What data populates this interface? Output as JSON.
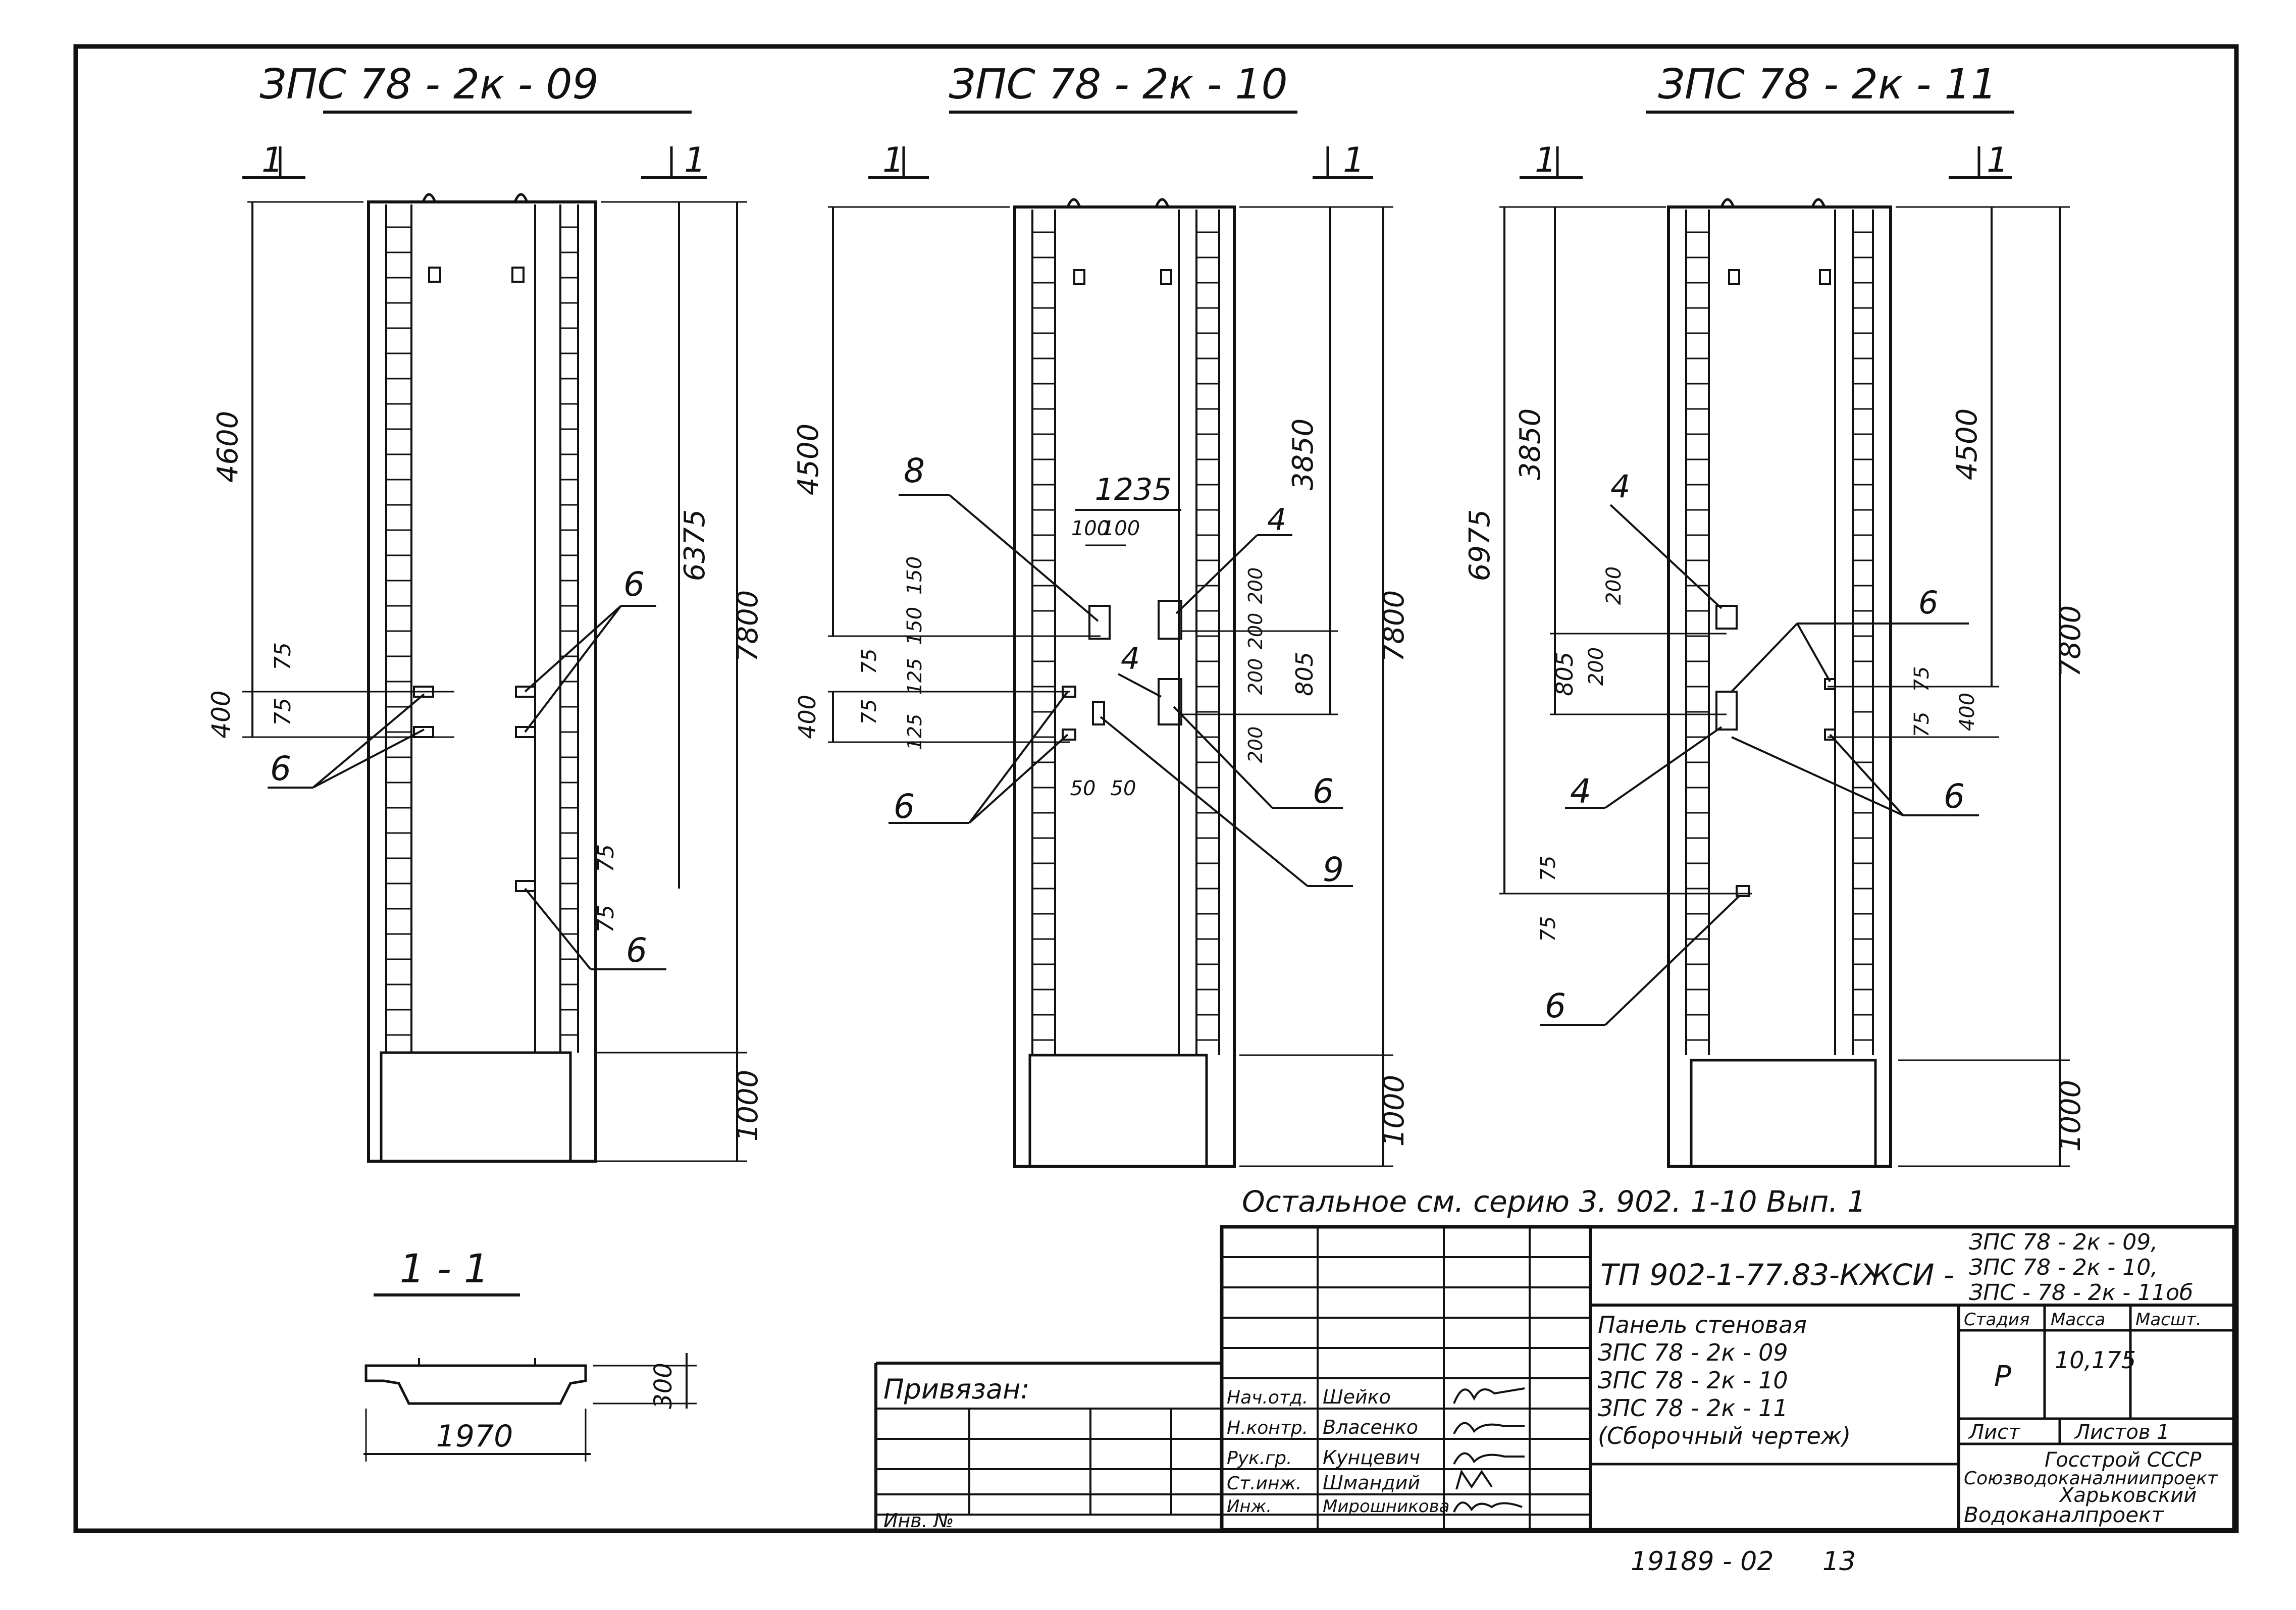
{
  "panels": [
    {
      "title": "ЗПС 78 - 2к - 09",
      "sec_left": "1",
      "sec_right": "1",
      "dims": [
        "4600",
        "6375",
        "7800",
        "1000",
        "400",
        "75",
        "75",
        "75",
        "75"
      ],
      "callouts": [
        "6",
        "6"
      ]
    },
    {
      "title": "ЗПС 78 - 2к - 10",
      "sec_left": "1",
      "sec_right": "1",
      "dims": [
        "4500",
        "3850",
        "7800",
        "1000",
        "1235",
        "100",
        "100",
        "150",
        "150",
        "400",
        "75",
        "75",
        "125",
        "125",
        "200",
        "200",
        "200",
        "200",
        "805",
        "50",
        "50"
      ],
      "callouts": [
        "8",
        "4",
        "4",
        "6",
        "6",
        "9"
      ]
    },
    {
      "title": "ЗПС 78 - 2к - 11",
      "sec_left": "1",
      "sec_right": "1",
      "dims": [
        "6975",
        "3850",
        "4500",
        "7800",
        "1000",
        "200",
        "200",
        "805",
        "75",
        "400",
        "75",
        "75",
        "75"
      ],
      "callouts": [
        "4",
        "6",
        "4",
        "6",
        "6"
      ]
    }
  ],
  "section": {
    "title": "1 - 1",
    "width": "1970",
    "height": "300"
  },
  "note": "Остальное см. серию 3. 902. 1-10    Вып. 1",
  "titleblock": {
    "doc_code": "ТП 902-1-77.83-КЖСИ -",
    "doc_marks": [
      "ЗПС 78 - 2к - 09,",
      "ЗПС 78 - 2к - 10,",
      "ЗПС - 78 - 2к - 11об"
    ],
    "name_lines": [
      "Панель стеновая",
      "ЗПС 78 - 2к - 09",
      "ЗПС 78 - 2к - 10",
      "ЗПС 78 - 2к - 11",
      "(Сборочный чертеж)"
    ],
    "hdr_stage": "Стадия",
    "hdr_mass": "Масса",
    "hdr_scale": "Масшт.",
    "stage": "Р",
    "mass": "10,175",
    "sheet_label": "Лист",
    "sheets_label": "Листов 1",
    "org_lines": [
      "Госстрой СССР",
      "Союзводоканалниипроект",
      "Харьковский",
      "Водоканалпроект"
    ],
    "signers": [
      {
        "role": "Нач.отд.",
        "name": "Шейко"
      },
      {
        "role": "Н.контр.",
        "name": "Власенко"
      },
      {
        "role": "Рук.гр.",
        "name": "Кунцевич"
      },
      {
        "role": "Ст.инж.",
        "name": "Шмандий"
      },
      {
        "role": "Инж.",
        "name": "Мирошникова"
      }
    ],
    "privyazan": "Привязан:",
    "inv": "Инв. №"
  },
  "stamp": {
    "number": "19189 - 02",
    "page": "13"
  }
}
